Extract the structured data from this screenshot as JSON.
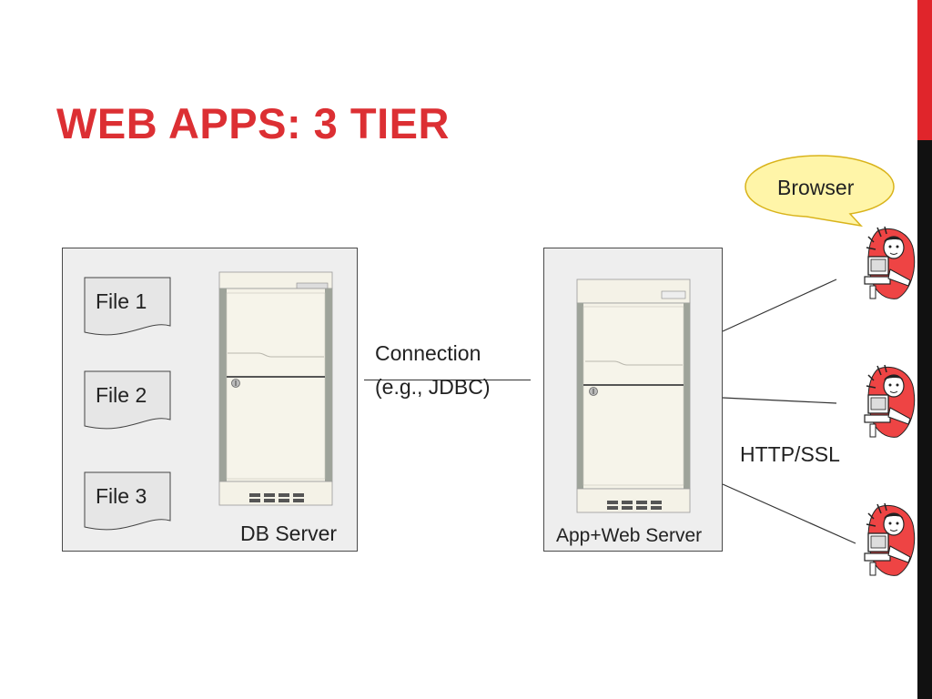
{
  "slide": {
    "title": "WEB APPS: 3 TIER",
    "accent_red": "#dc2f33",
    "bar_red": "#e0252b",
    "bar_black": "#111111"
  },
  "db_server": {
    "label": "DB Server",
    "files": [
      "File 1",
      "File 2",
      "File 3"
    ]
  },
  "connection": {
    "line1": "Connection",
    "line2": "(e.g., JDBC)"
  },
  "app_server": {
    "label": "App+Web Server"
  },
  "browser_callout": "Browser",
  "protocol_label": "HTTP/SSL",
  "users": [
    "user-icon",
    "user-icon",
    "user-icon"
  ]
}
